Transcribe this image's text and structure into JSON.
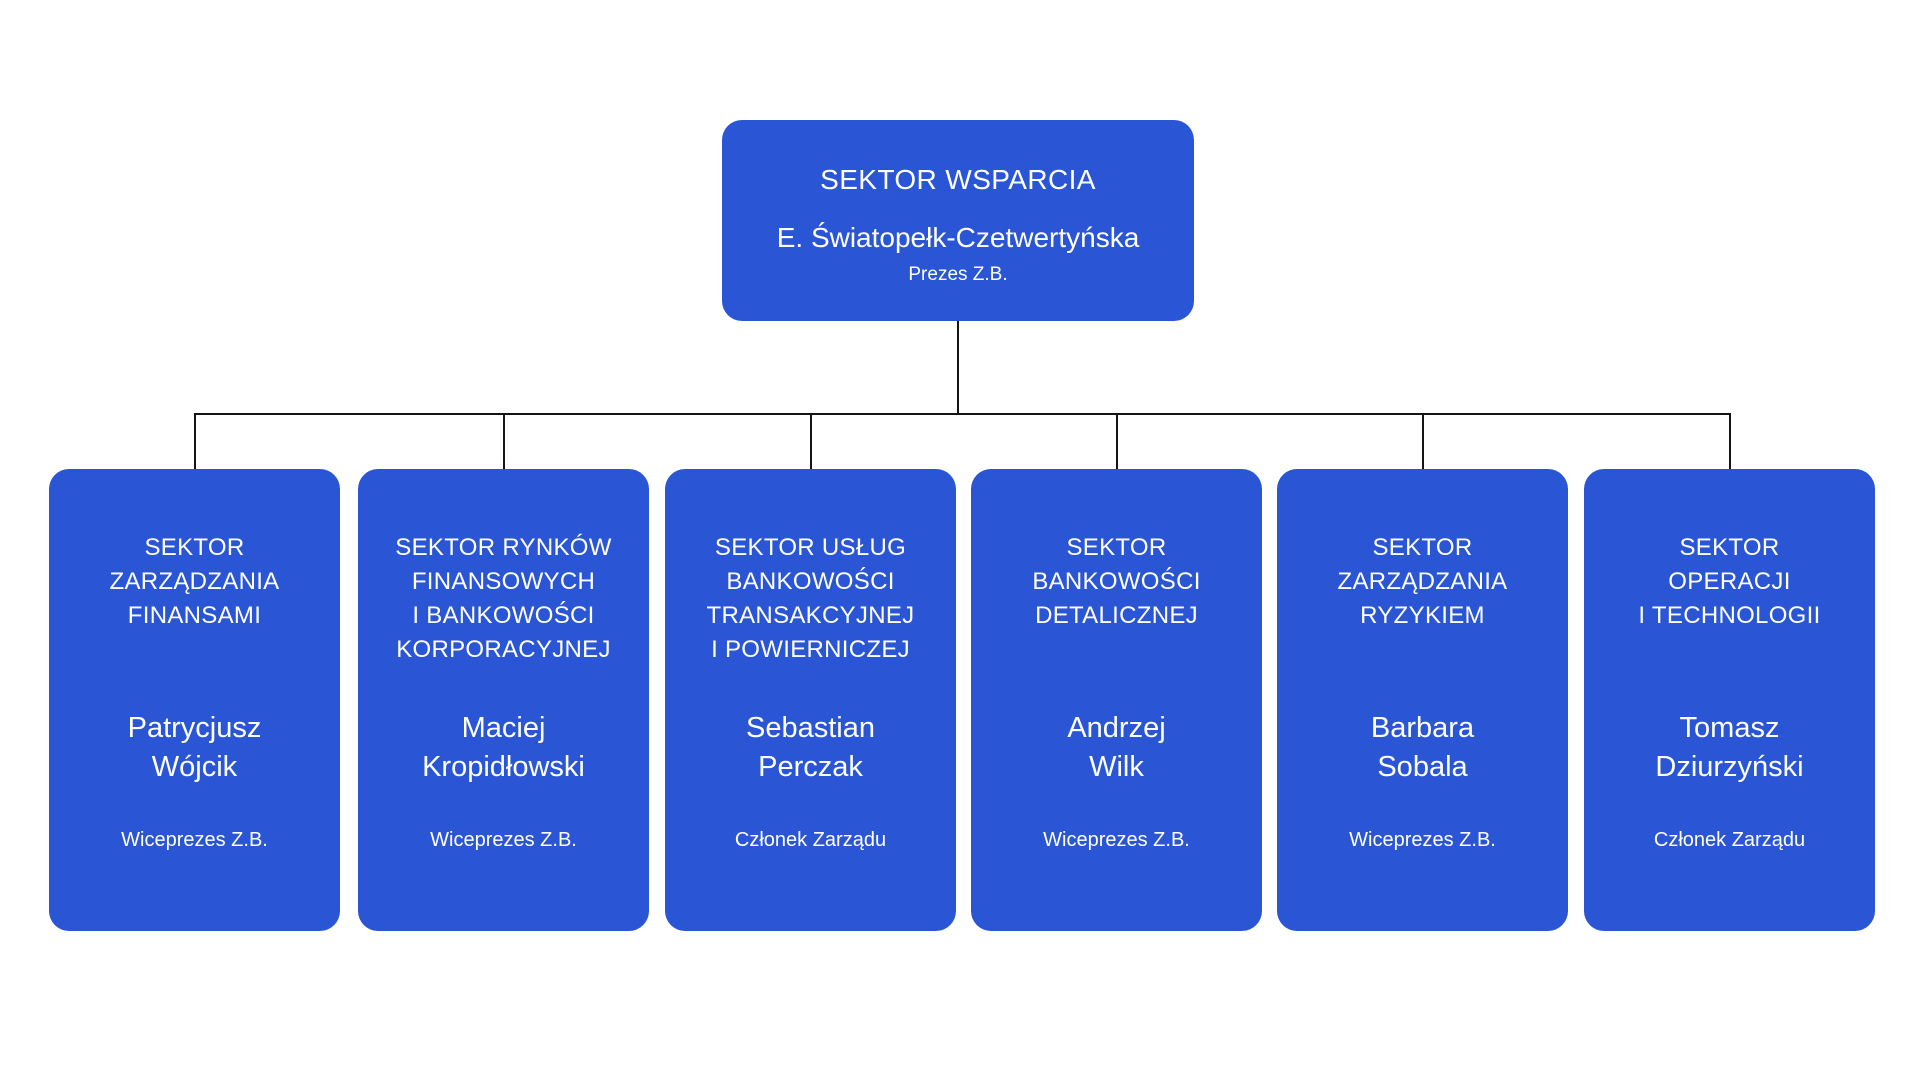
{
  "root": {
    "sector": "SEKTOR WSPARCIA",
    "name": "E. Światopełk-Czetwertyńska",
    "title": "Prezes Z.B."
  },
  "children": [
    {
      "sector": "SEKTOR\nZARZĄDZANIA\nFINANSAMI",
      "name": "Patrycjusz\nWójcik",
      "title": "Wiceprezes Z.B."
    },
    {
      "sector": "SEKTOR RYNKÓW\nFINANSOWYCH\nI BANKOWOŚCI\nKORPORACYJNEJ",
      "name": "Maciej\nKropidłowski",
      "title": "Wiceprezes Z.B."
    },
    {
      "sector": "SEKTOR USŁUG\nBANKOWOŚCI\nTRANSAKCYJNEJ\nI POWIERNICZEJ",
      "name": "Sebastian\nPerczak",
      "title": "Członek Zarządu"
    },
    {
      "sector": "SEKTOR\nBANKOWOŚCI\nDETALICZNEJ",
      "name": "Andrzej\nWilk",
      "title": "Wiceprezes Z.B."
    },
    {
      "sector": "SEKTOR\nZARZĄDZANIA\nRYZYKIEM",
      "name": "Barbara\nSobala",
      "title": "Wiceprezes Z.B."
    },
    {
      "sector": "SEKTOR\nOPERACJI\nI TECHNOLOGII",
      "name": "Tomasz\nDziurzyński",
      "title": "Członek Zarządu"
    }
  ],
  "colors": {
    "box": "#2A56D6",
    "text": "#FFFFFF",
    "line": "#141414",
    "background": "#FFFFFF"
  }
}
